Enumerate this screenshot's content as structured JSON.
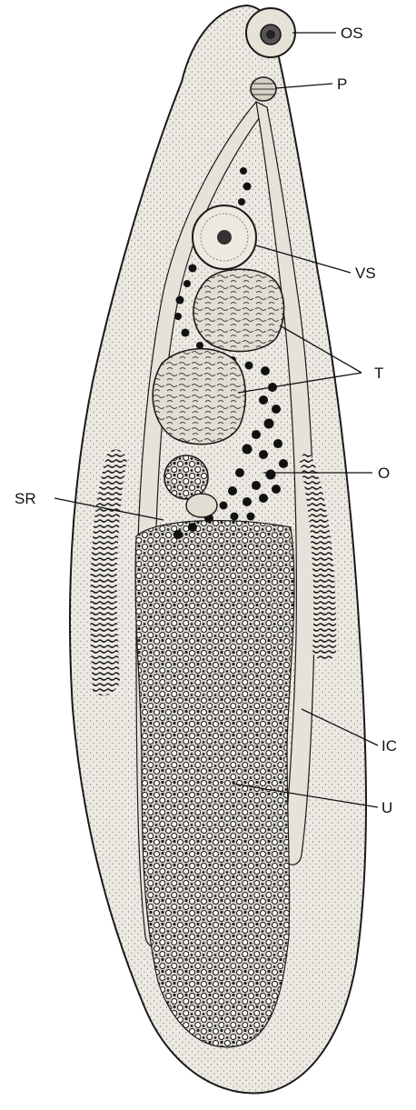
{
  "diagram": {
    "labels": [
      {
        "id": "os",
        "text": "OS"
      },
      {
        "id": "p",
        "text": "P"
      },
      {
        "id": "vs",
        "text": "VS"
      },
      {
        "id": "t",
        "text": "T"
      },
      {
        "id": "o",
        "text": "O"
      },
      {
        "id": "sr",
        "text": "SR"
      },
      {
        "id": "ic",
        "text": "IC"
      },
      {
        "id": "u",
        "text": "U"
      }
    ]
  },
  "colors": {
    "ink": "#111111",
    "body_fill": "#ece9e2",
    "organ_fill": "#e2ddd3",
    "stipple": "#3a3a3a"
  }
}
